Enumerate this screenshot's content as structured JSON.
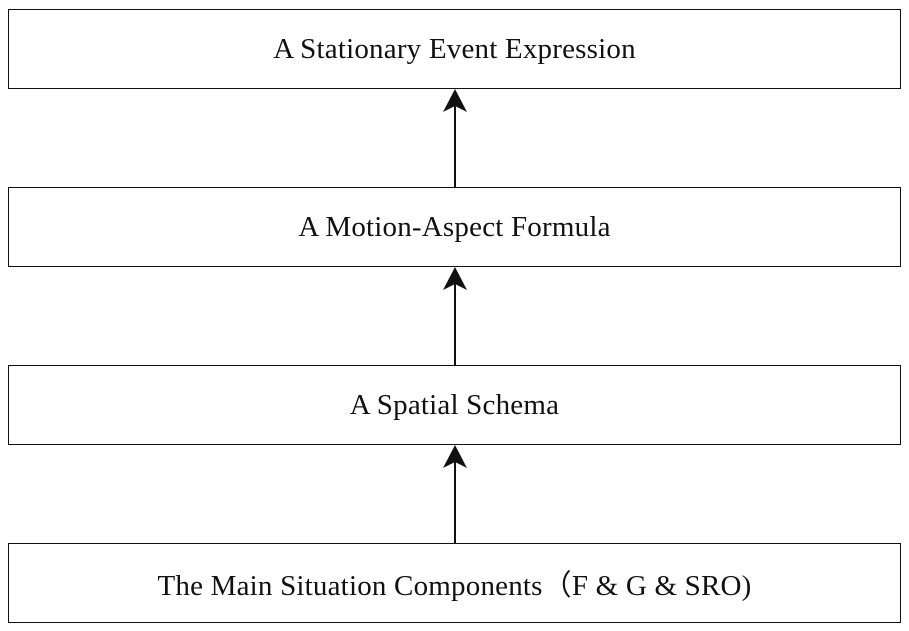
{
  "diagram": {
    "boxes": [
      {
        "label": "A Stationary Event Expression"
      },
      {
        "label": "A Motion-Aspect Formula"
      },
      {
        "label": "A Spatial Schema"
      },
      {
        "label": "The Main Situation Components（F & G & SRO)"
      }
    ],
    "arrows": [
      {
        "from": "The Main Situation Components（F & G & SRO)",
        "to": "A Spatial Schema"
      },
      {
        "from": "A Spatial Schema",
        "to": "A Motion-Aspect Formula"
      },
      {
        "from": "A Motion-Aspect Formula",
        "to": "A Stationary Event Expression"
      }
    ]
  }
}
